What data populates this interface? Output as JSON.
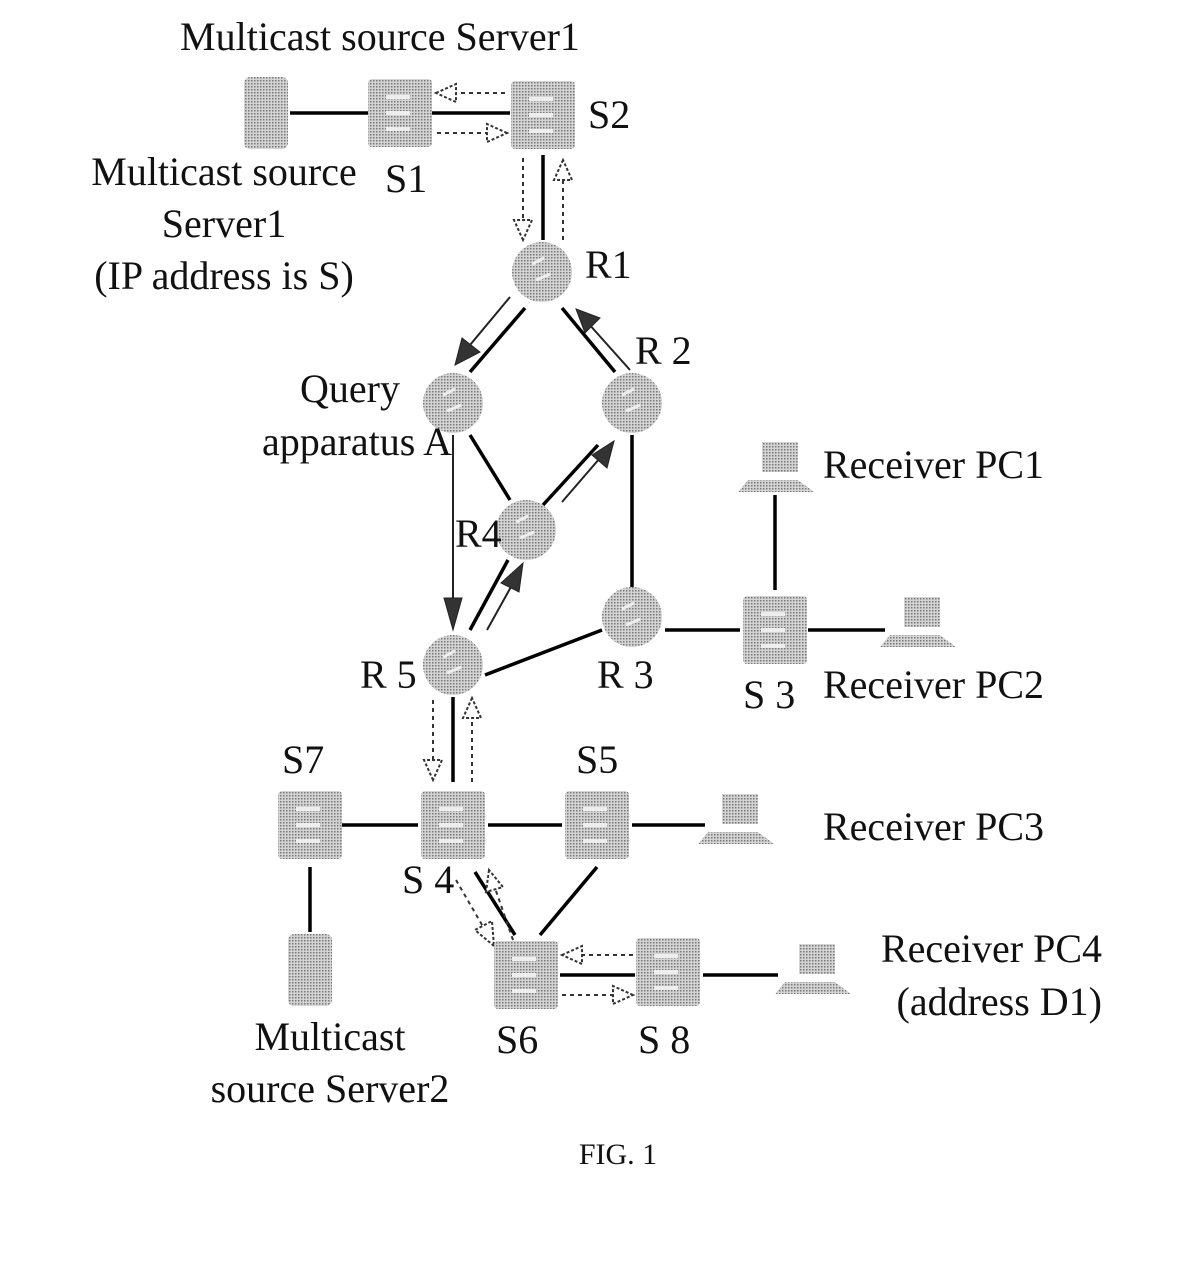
{
  "figure": {
    "caption": "FIG. 1",
    "title_label": "Multicast source Server1",
    "server1_desc": [
      "Multicast source",
      "Server1",
      "(IP address is S)"
    ],
    "server2_desc": [
      "Multicast",
      "source Server2"
    ],
    "query_apparatus": [
      "Query",
      "apparatus A"
    ]
  },
  "nodes": {
    "S1": "S1",
    "S2": "S2",
    "S3": "S 3",
    "S4": "S 4",
    "S5": "S5",
    "S6": "S6",
    "S7": "S7",
    "S8": "S 8",
    "R1": "R1",
    "R2": "R 2",
    "R3": "R 3",
    "R4": "R4",
    "R5": "R 5"
  },
  "receivers": {
    "PC1": "Receiver PC1",
    "PC2": "Receiver PC2",
    "PC3": "Receiver PC3",
    "PC4": [
      "Receiver PC4",
      "(address D1)"
    ]
  },
  "colors": {
    "device_fill": "#b8b8b8",
    "line": "#000000",
    "background": "#ffffff"
  }
}
